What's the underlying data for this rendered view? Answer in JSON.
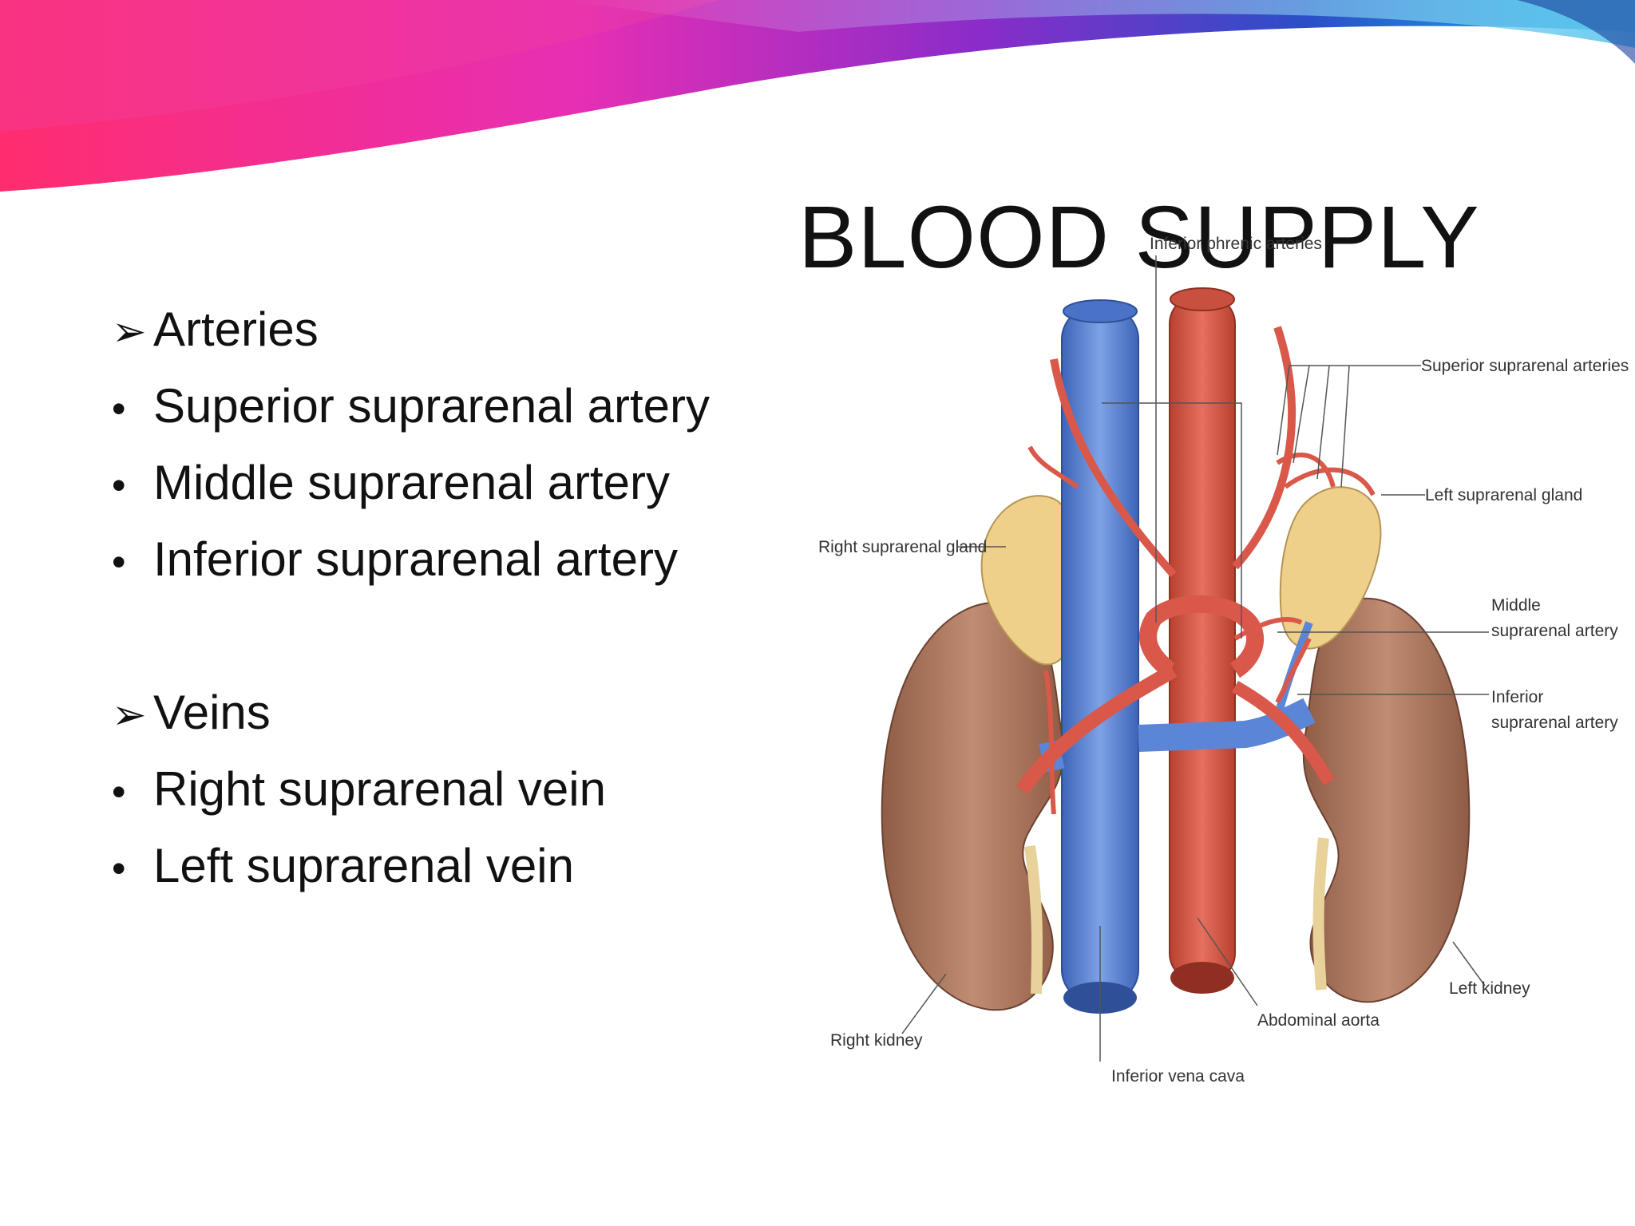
{
  "slide": {
    "title": "BLOOD SUPPLY",
    "sections": [
      {
        "heading": "Arteries",
        "items": [
          "Superior suprarenal artery",
          "Middle suprarenal artery",
          "Inferior suprarenal artery"
        ]
      },
      {
        "heading": "Veins",
        "items": [
          "Right suprarenal vein",
          "Left suprarenal vein"
        ]
      }
    ]
  },
  "figure": {
    "labels": {
      "inferior_phrenic": "Inferior phrenic arteries",
      "superior_suprarenal": "Superior suprarenal arteries",
      "left_gland": "Left suprarenal gland",
      "right_gland": "Right suprarenal gland",
      "middle_1": "Middle",
      "middle_2": "suprarenal artery",
      "inferior_1": "Inferior",
      "inferior_2": "suprarenal artery",
      "left_kidney": "Left kidney",
      "abdominal_aorta": "Abdominal aorta",
      "right_kidney": "Right kidney",
      "ivc": "Inferior vena cava"
    }
  },
  "colors": {
    "artery": "#d9584a",
    "vein": "#5b86d8",
    "kidney": "#b07a60",
    "gland": "#efd08a",
    "text": "#111111"
  }
}
